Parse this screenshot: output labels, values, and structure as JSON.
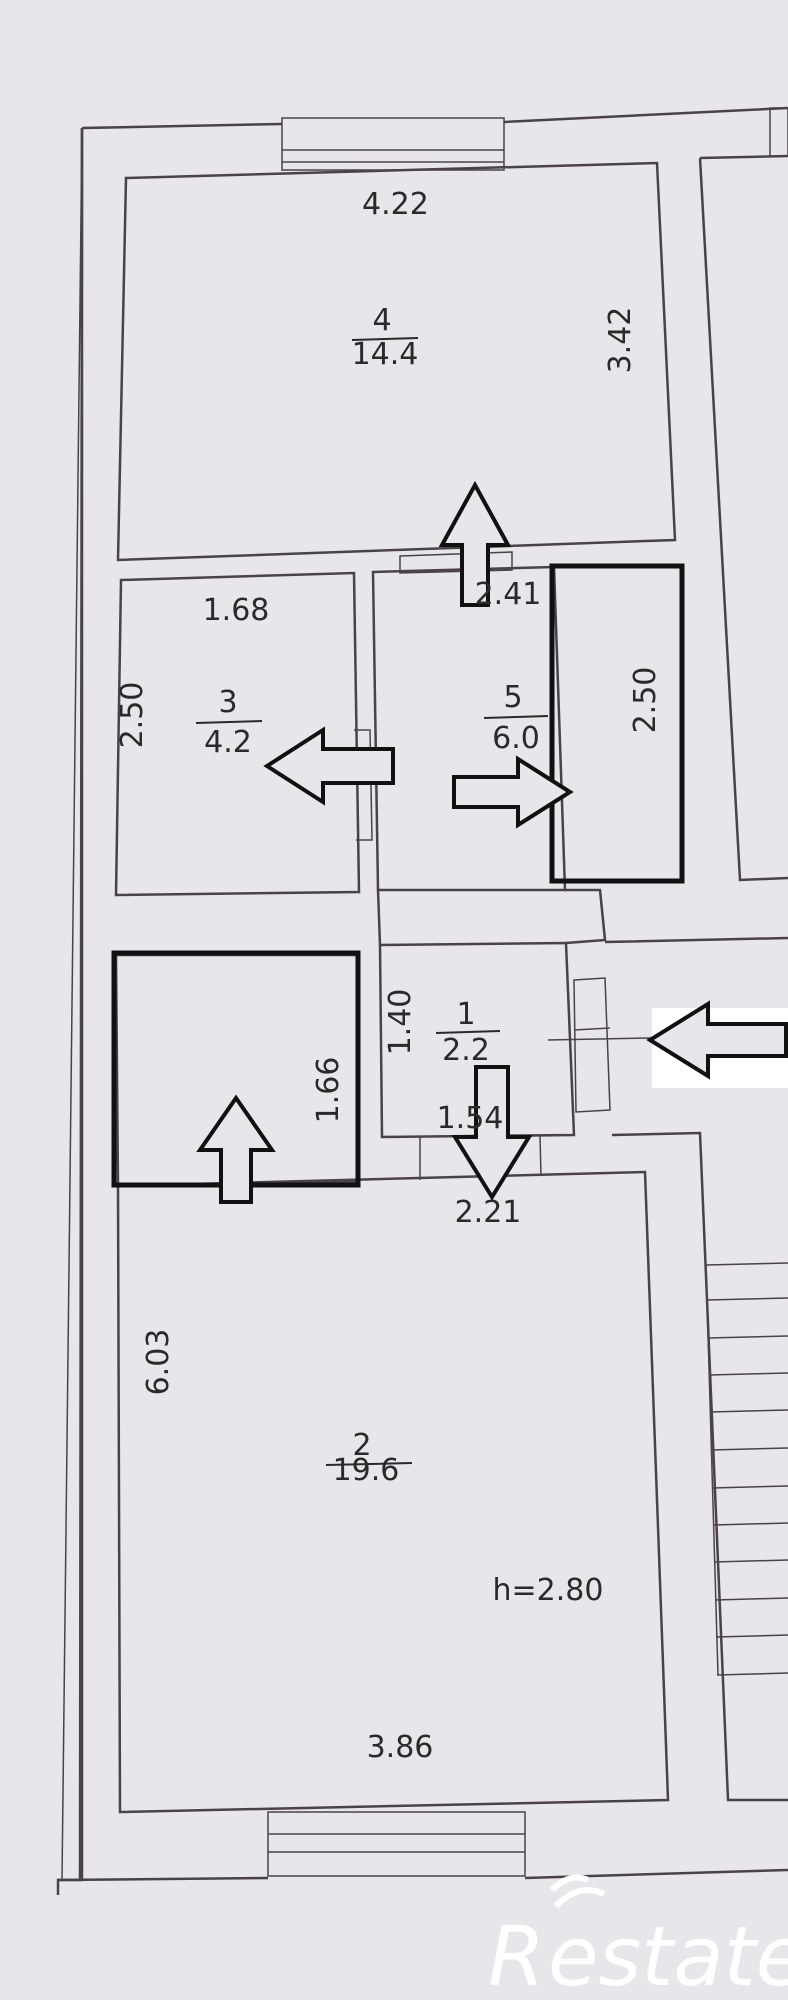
{
  "plan": {
    "rooms": [
      {
        "id": "1",
        "number": "1",
        "area": "2.2",
        "dim_width": "1.54",
        "dim_height": "1.40"
      },
      {
        "id": "2",
        "number": "2",
        "area": "19.6",
        "dim_top": "2.21",
        "dim_bottom": "3.86",
        "dim_side": "6.03",
        "ceiling": "h=2.80"
      },
      {
        "id": "3",
        "number": "3",
        "area": "4.2",
        "dim_width": "1.68",
        "dim_height": "2.50"
      },
      {
        "id": "4",
        "number": "4",
        "area": "14.4",
        "dim_width": "4.22",
        "dim_height": "3.42"
      },
      {
        "id": "5",
        "number": "5",
        "area": "6.0",
        "dim_width": "2.41",
        "dim_height": "2.50"
      }
    ],
    "extra_dimensions": {
      "box_left_height": "1.66"
    }
  },
  "logo": {
    "text": "estate",
    "letter": "R"
  },
  "colors": {
    "paper": "#e7e6ea",
    "wall": "#4b4249",
    "highlight": "#111111",
    "logo": "#ffffff"
  }
}
